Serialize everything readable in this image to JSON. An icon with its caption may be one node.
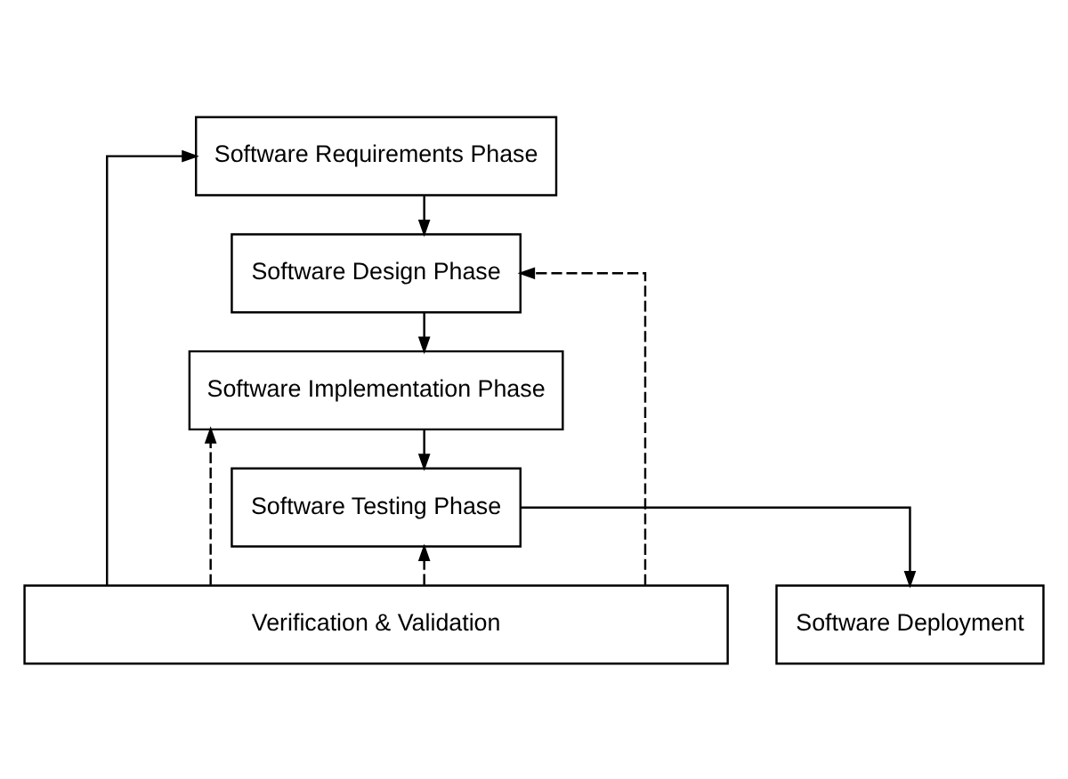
{
  "diagram": {
    "nodes": [
      {
        "text": [
          "Software Requirements Phase"
        ]
      },
      {
        "text": [
          "Software Design Phase"
        ]
      },
      {
        "text": [
          "Software Implementation Phase"
        ]
      },
      {
        "text": [
          "Software Testing Phase"
        ]
      },
      {
        "text": [
          "Software Deployment"
        ]
      },
      {
        "text": [
          "Verification & Validation"
        ]
      }
    ],
    "edges": [
      {
        "from": 0,
        "to": 1,
        "arrow": "to"
      },
      {
        "from": 1,
        "to": 2,
        "arrow": "to"
      },
      {
        "from": 2,
        "to": 3,
        "arrow": "to"
      },
      {
        "from": 3,
        "to": 4,
        "arrow": "to"
      },
      {
        "from": 5,
        "to": 0,
        "arrow": "to"
      },
      {
        "from": 5,
        "to": 1,
        "arrow": "to",
        "style": "dashed"
      },
      {
        "from": 5,
        "to": 2,
        "arrow": "to",
        "style": "dashed"
      },
      {
        "from": 5,
        "to": 3,
        "arrow": "to",
        "style": "dashed"
      }
    ]
  }
}
